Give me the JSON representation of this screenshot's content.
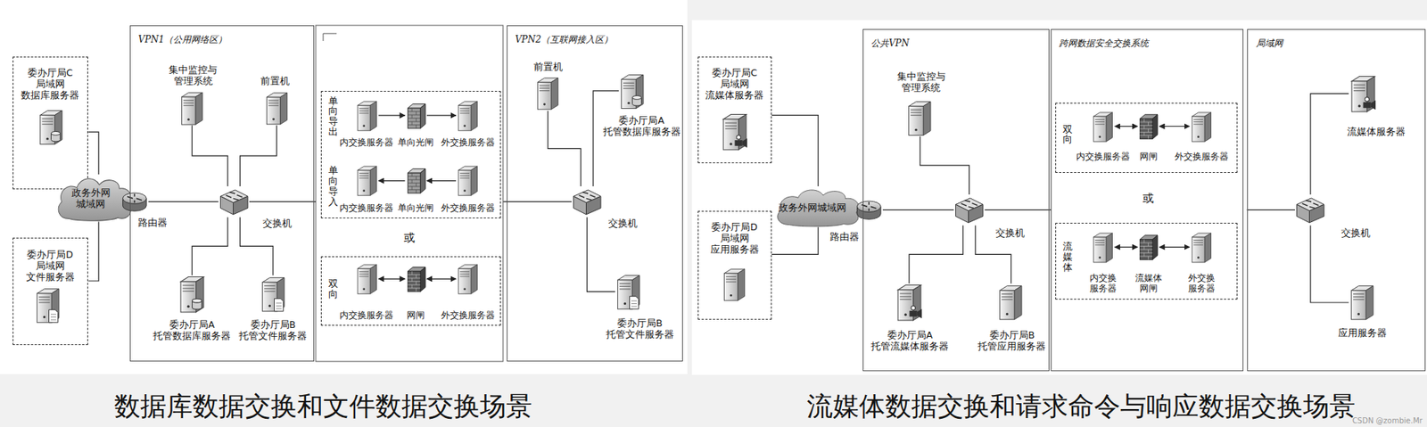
{
  "diagram": {
    "nodes": [
      {
        "text": [
          "委办厅局C 局域网 数据库服务器"
        ]
      },
      {
        "text": [
          "委办厅局D 局域网 文件服务器"
        ]
      },
      {
        "text": [
          "政务外网 城域网"
        ]
      },
      {
        "text": [
          "路由器"
        ]
      },
      {
        "text": [
          "VPN1（公用网络区）"
        ]
      },
      {
        "text": [
          "集中监控与 管理系统"
        ],
        "in": 4
      },
      {
        "text": [
          "前置机"
        ],
        "in": 4
      },
      {
        "text": [
          "交换机"
        ],
        "in": 4
      },
      {
        "text": [
          "委办厅局A 托管数据库服务器"
        ],
        "in": 4
      },
      {
        "text": [
          "委办厅局B 托管文件服务器"
        ],
        "in": 4
      },
      {
        "text": [
          "单向导出",
          "单向导入"
        ]
      },
      {
        "text": [
          "内交换服务器"
        ],
        "in": 10
      },
      {
        "text": [
          "单向光闸"
        ],
        "in": 10
      },
      {
        "text": [
          "外交换服务器"
        ],
        "in": 10
      },
      {
        "text": [
          "内交换服务器"
        ],
        "in": 10
      },
      {
        "text": [
          "单向光闸"
        ],
        "in": 10
      },
      {
        "text": [
          "外交换服务器"
        ],
        "in": 10
      },
      {
        "text": [
          "双向"
        ]
      },
      {
        "text": [
          "内交换服务器"
        ],
        "in": 17
      },
      {
        "text": [
          "网闸"
        ],
        "in": 17
      },
      {
        "text": [
          "外交换服务器"
        ],
        "in": 17
      },
      {
        "text": [
          "VPN2（互联网接入区）"
        ]
      },
      {
        "text": [
          "前置机"
        ],
        "in": 21
      },
      {
        "text": [
          "委办厅局A 托管数据库服务器"
        ],
        "in": 21
      },
      {
        "text": [
          "交换机"
        ],
        "in": 21
      },
      {
        "text": [
          "委办厅局B 托管文件服务器"
        ],
        "in": 21
      },
      {
        "text": [
          "委办厅局C 局域网 流媒体服务器"
        ]
      },
      {
        "text": [
          "委办厅局D 局域网 应用服务器"
        ]
      },
      {
        "text": [
          "政务外网城域网"
        ]
      },
      {
        "text": [
          "路由器"
        ]
      },
      {
        "text": [
          "公共VPN"
        ]
      },
      {
        "text": [
          "集中监控与 管理系统"
        ],
        "in": 30
      },
      {
        "text": [
          "交换机"
        ],
        "in": 30
      },
      {
        "text": [
          "委办厅局A 托管流媒体服务器"
        ],
        "in": 30
      },
      {
        "text": [
          "委办厅局B 托管应用服务器"
        ],
        "in": 30
      },
      {
        "text": [
          "跨网数据安全交换系统"
        ]
      },
      {
        "text": [
          "双向"
        ],
        "in": 35
      },
      {
        "text": [
          "内交换服务器"
        ],
        "in": 36
      },
      {
        "text": [
          "网闸"
        ],
        "in": 36
      },
      {
        "text": [
          "外交换服务器"
        ],
        "in": 36
      },
      {
        "text": [
          "流媒体"
        ],
        "in": 35
      },
      {
        "text": [
          "内交换 服务器"
        ],
        "in": 40
      },
      {
        "text": [
          "流媒体 网闸"
        ],
        "in": 40
      },
      {
        "text": [
          "外交换 服务器"
        ],
        "in": 40
      },
      {
        "text": [
          "局域网"
        ]
      },
      {
        "text": [
          "流媒体服务器"
        ],
        "in": 44
      },
      {
        "text": [
          "交换机"
        ],
        "in": 44
      },
      {
        "text": [
          "应用服务器"
        ],
        "in": 44
      }
    ],
    "edges": [
      {
        "from": 0,
        "to": 2,
        "arrow": "none"
      },
      {
        "from": 1,
        "to": 2,
        "arrow": "none"
      },
      {
        "from": 3,
        "to": 7,
        "arrow": "none"
      },
      {
        "from": 7,
        "to": 5,
        "arrow": "none"
      },
      {
        "from": 7,
        "to": 6,
        "arrow": "none"
      },
      {
        "from": 7,
        "to": 8,
        "arrow": "none"
      },
      {
        "from": 7,
        "to": 9,
        "arrow": "none"
      },
      {
        "from": 11,
        "to": 12,
        "arrow": "to"
      },
      {
        "from": 12,
        "to": 13,
        "arrow": "to"
      },
      {
        "from": 16,
        "to": 15,
        "arrow": "to"
      },
      {
        "from": 15,
        "to": 14,
        "arrow": "to"
      },
      {
        "from": 18,
        "to": 19,
        "arrow": "both"
      },
      {
        "from": 19,
        "to": 20,
        "arrow": "both"
      },
      {
        "from": 24,
        "to": 22,
        "arrow": "none"
      },
      {
        "from": 24,
        "to": 23,
        "arrow": "none"
      },
      {
        "from": 24,
        "to": 25,
        "arrow": "none"
      },
      {
        "from": 26,
        "to": 28,
        "arrow": "none"
      },
      {
        "from": 27,
        "to": 28,
        "arrow": "none"
      },
      {
        "from": 29,
        "to": 32,
        "arrow": "none"
      },
      {
        "from": 32,
        "to": 31,
        "arrow": "none"
      },
      {
        "from": 32,
        "to": 33,
        "arrow": "none"
      },
      {
        "from": 32,
        "to": 34,
        "arrow": "none"
      },
      {
        "from": 37,
        "to": 38,
        "arrow": "both"
      },
      {
        "from": 38,
        "to": 39,
        "arrow": "both"
      },
      {
        "from": 41,
        "to": 42,
        "arrow": "both"
      },
      {
        "from": 42,
        "to": 43,
        "arrow": "both"
      },
      {
        "from": 46,
        "to": 45,
        "arrow": "none"
      },
      {
        "from": 46,
        "to": 47,
        "arrow": "none"
      }
    ],
    "labels": [
      "或",
      "或",
      "数据库数据交换和文件数据交换场景",
      "流媒体数据交换和请求命令与响应数据交换场景",
      "CSDN @zombie.Mr"
    ]
  }
}
